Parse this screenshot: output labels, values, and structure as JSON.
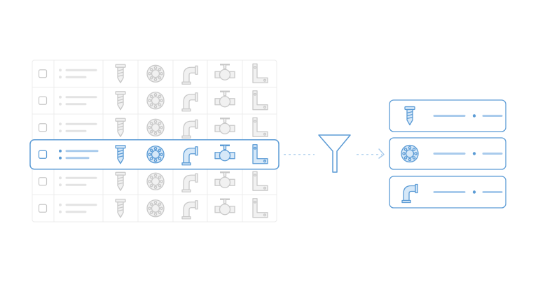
{
  "diagram": {
    "flow": [
      "parts-table",
      "filter-funnel",
      "filtered-results"
    ],
    "colors": {
      "accent": "#5b9bd5",
      "accent_fill": "#d6e8f8",
      "accent_light": "#a9cbec",
      "muted_stroke": "#c9c9c9",
      "muted_fill": "#f1f1f1",
      "grid_line": "#ececec",
      "placeholder": "#e3e3e3"
    },
    "table": {
      "column_icons": [
        "screw-icon",
        "flange-icon",
        "elbow-pipe-icon",
        "valve-icon",
        "angle-bracket-icon"
      ],
      "rows": [
        {
          "selected": false
        },
        {
          "selected": false
        },
        {
          "selected": false
        },
        {
          "selected": true
        },
        {
          "selected": false
        },
        {
          "selected": false
        }
      ]
    },
    "connectors": {
      "style": "dashed",
      "end": "chevron-arrow"
    },
    "results": [
      {
        "icon": "screw-icon"
      },
      {
        "icon": "flange-icon"
      },
      {
        "icon": "elbow-pipe-icon"
      }
    ]
  }
}
